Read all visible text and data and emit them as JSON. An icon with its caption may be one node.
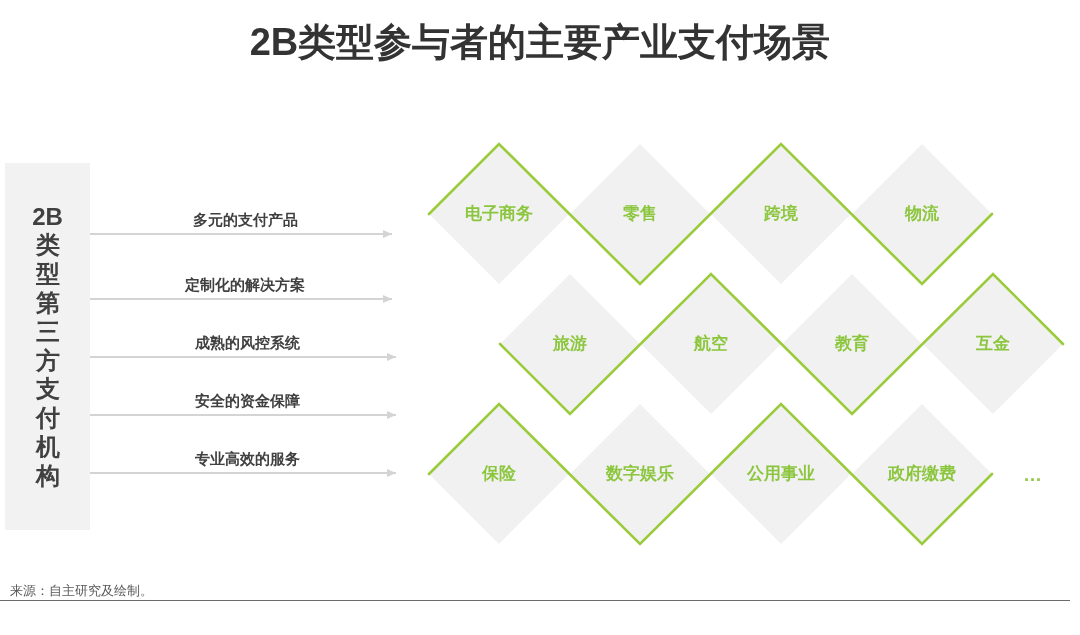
{
  "diagram": {
    "title": "2B类型参与者的主要产业支付场景",
    "nodes": [
      {
        "text": [
          "电子商务"
        ]
      },
      {
        "text": [
          "零售"
        ]
      },
      {
        "text": [
          "跨境"
        ]
      },
      {
        "text": [
          "物流"
        ]
      },
      {
        "text": [
          "旅游"
        ]
      },
      {
        "text": [
          "航空"
        ]
      },
      {
        "text": [
          "教育"
        ]
      },
      {
        "text": [
          "互金"
        ]
      },
      {
        "text": [
          "保险"
        ]
      },
      {
        "text": [
          "数字娱乐"
        ]
      },
      {
        "text": [
          "公用事业"
        ]
      },
      {
        "text": [
          "政府缴费"
        ]
      },
      {
        "text": [
          "2B类型第三方支付机构"
        ]
      }
    ],
    "edges": [
      {
        "from": 12,
        "to": null,
        "arrow": "to",
        "label": "多元的支付产品"
      },
      {
        "from": 12,
        "to": null,
        "arrow": "to",
        "label": "定制化的解决方案"
      },
      {
        "from": 12,
        "to": null,
        "arrow": "to",
        "label": "成熟的风控系统"
      },
      {
        "from": 12,
        "to": null,
        "arrow": "to",
        "label": "安全的资金保障"
      },
      {
        "from": 12,
        "to": null,
        "arrow": "to",
        "label": "专业高效的服务"
      }
    ],
    "labels": [
      "...",
      "来源：自主研究及绘制。"
    ]
  }
}
